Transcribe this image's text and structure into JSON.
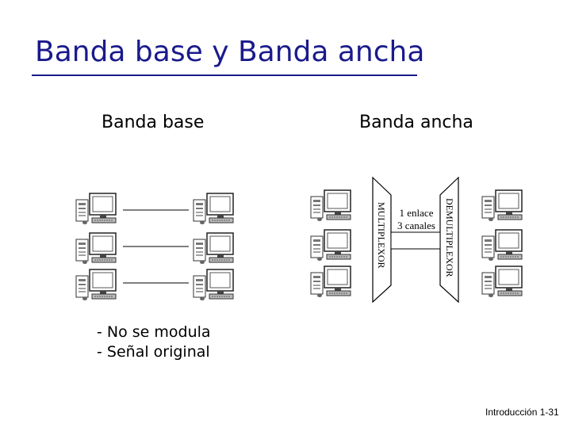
{
  "slide": {
    "title": "Banda base y Banda ancha",
    "footer": "Introducción 1-31"
  },
  "left_panel": {
    "heading": "Banda base",
    "notes": [
      "- No se modula",
      "- Señal original"
    ]
  },
  "right_panel": {
    "heading": "Banda ancha",
    "multiplexer_label": "MULTIPLEXOR",
    "demultiplexer_label": "DEMULTIPLEXOR",
    "link_label_line1": "1 enlace",
    "link_label_line2": "3 canales"
  },
  "colors": {
    "title": "#1a1a8c",
    "text": "#000000"
  },
  "icons": [
    "computer-icon"
  ]
}
